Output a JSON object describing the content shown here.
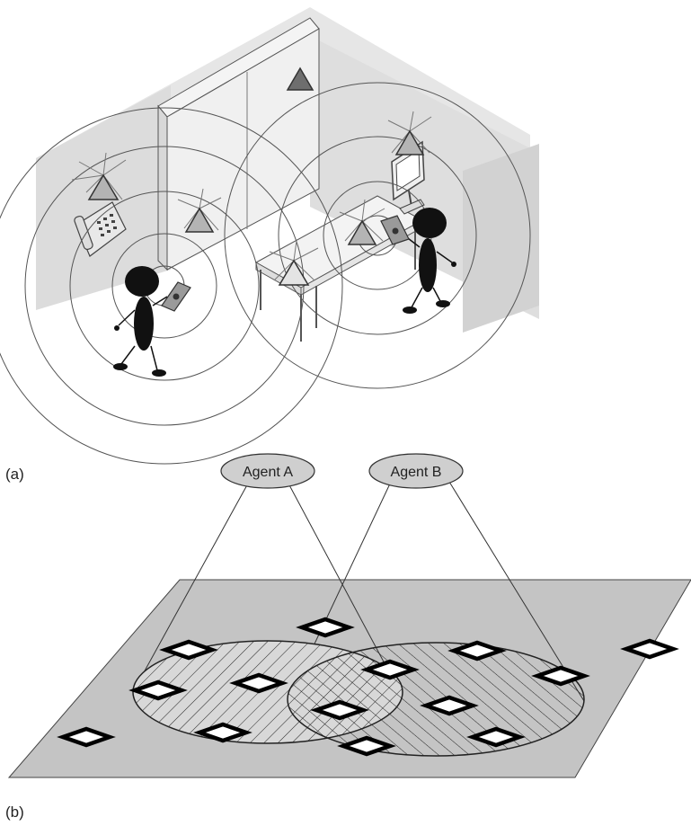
{
  "panel_a": {
    "label": "(a)"
  },
  "panel_b": {
    "label": "(b)",
    "agents": [
      {
        "label": "Agent A"
      },
      {
        "label": "Agent B"
      }
    ]
  },
  "colors": {
    "wall": "#dcdcdc",
    "triangle_fill": "#b4b4b4",
    "triangle_dark": "#6e6e6e",
    "agent_fill": "#cfcfcf",
    "plane_fill": "#c4c4c4",
    "line": "#333333"
  }
}
